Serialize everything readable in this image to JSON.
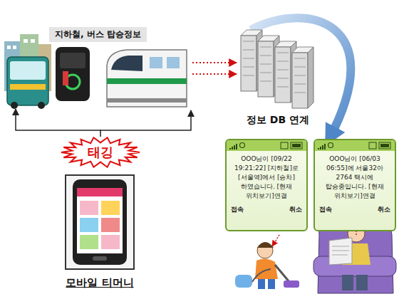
{
  "diagram": {
    "nodes": [
      {
        "text": [
          "지하철, 버스 탑승정보"
        ]
      },
      {
        "text": [
          "정보 DB 연계"
        ]
      },
      {
        "text": [
          "태깅"
        ]
      },
      {
        "text": [
          "모바일 티머니"
        ]
      },
      {
        "text": [
          "OOO님이 [09/22 19:21:22] [지하철]로 [서울역]에서 [승차]하였습니다. [현재 위치보기]연결",
          "접속",
          "취소"
        ]
      },
      {
        "text": [
          "OOO님이 [06/03 06:55]에 서울32아 2764 택시에 탑승중입니다. [현재 위치보기]연결",
          "접속",
          "취소"
        ]
      }
    ],
    "edges": [
      {
        "from": 2,
        "to": 0,
        "arrow": "to"
      },
      {
        "from": 0,
        "to": 1,
        "arrow": "to"
      },
      {
        "from": 1,
        "to": 5,
        "arrow": "to"
      }
    ]
  }
}
